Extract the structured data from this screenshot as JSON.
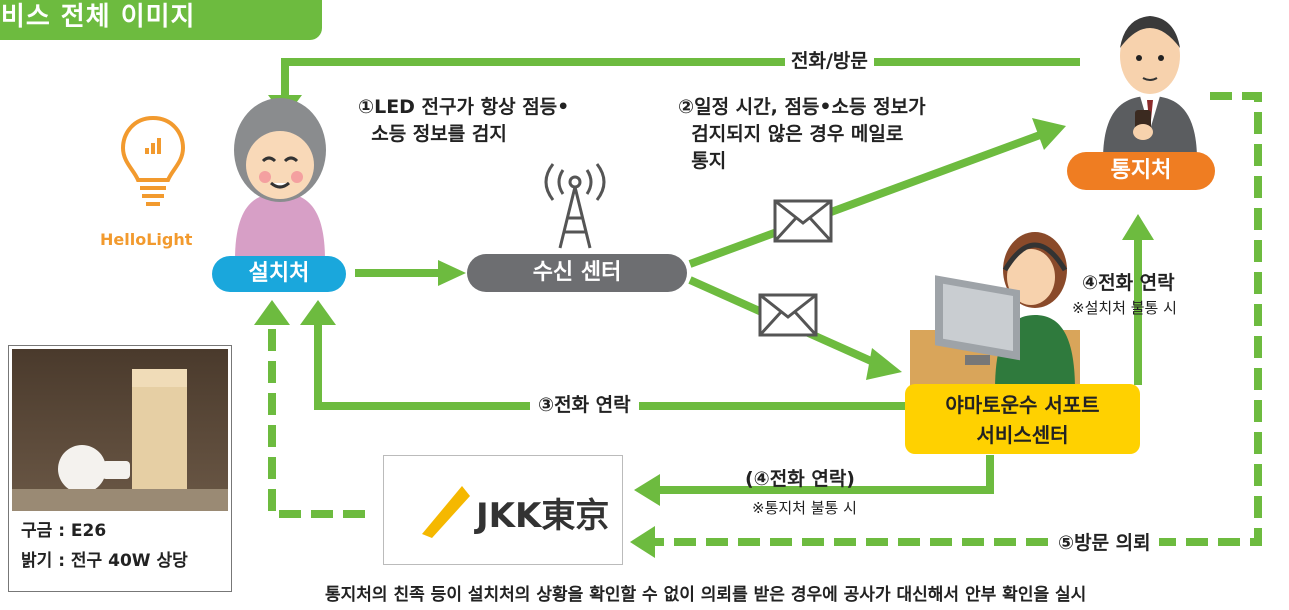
{
  "title": "서비스 전체 이미지",
  "brand": {
    "name": "HelloLight"
  },
  "actors": {
    "installer": "설치처",
    "receiver": "수신 센터",
    "notify": "통지처",
    "support": "야마토운수 서포트 서비스센터",
    "jkk": "JKK東京"
  },
  "labels": {
    "phone_visit": "전화/방문",
    "step1": "①LED 전구가 항상 점등•\n  소등 정보를 검지",
    "step2": "②일정 시간, 점등•소등 정보가\n  검지되지 않은 경우 메일로\n  통지",
    "step3": "③전화 연락",
    "step4": "④전화 연락",
    "step4_note": "※설치처 불통 시",
    "step4b": "(④전화 연락)",
    "step4b_note": "※통지처 불통 시",
    "step5": "⑤방문 의뢰"
  },
  "product": {
    "spec1": "구금 : E26",
    "spec2": "밝기 : 전구 40W 상당"
  },
  "footer": "통지처의 친족 등이 설치처의 상황을 확인할 수 없이 의뢰를 받은 경우에 공사가 대신해서 안부 확인을 실시",
  "colors": {
    "arrow": "#6dbb3f",
    "installer": "#1aa7dc",
    "receiver": "#6d6e71",
    "notify": "#ef7d22",
    "support": "#ffd100",
    "title": "#6dbb3f"
  }
}
